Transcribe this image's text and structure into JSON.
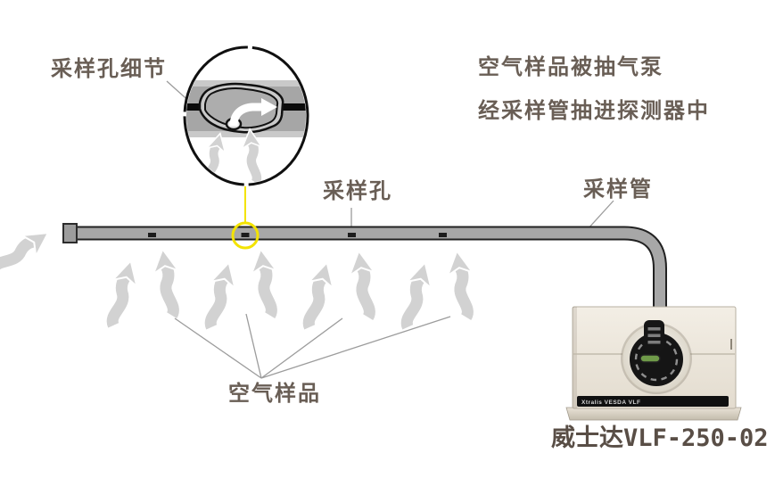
{
  "callouts": {
    "detail": {
      "label": "采样孔细节"
    },
    "sampling_hole": {
      "label": "采样孔"
    },
    "sampling_pipe": {
      "label": "采样管"
    },
    "air_sample": {
      "label": "空气样品"
    }
  },
  "description": {
    "line1": "空气样品被抽气泵",
    "line2": "经采样管抽进探测器中"
  },
  "device": {
    "strip_text": "Xtralis VESDA VLF",
    "caption": "威士达VLF-250-02"
  },
  "icons": {
    "airflow_arrow": "wavy-up-arrow",
    "flow_direction_arrow": "curved-right-white-arrow"
  },
  "colors": {
    "highlight_yellow": "#f3e300",
    "pipe_gray": "#a7a7a7",
    "arrow_gray": "#d2d2d2",
    "label_text": "#695e55",
    "device_body": "#ece6db",
    "status_display_green": "#6f9a49",
    "strip_black": "#101010"
  }
}
